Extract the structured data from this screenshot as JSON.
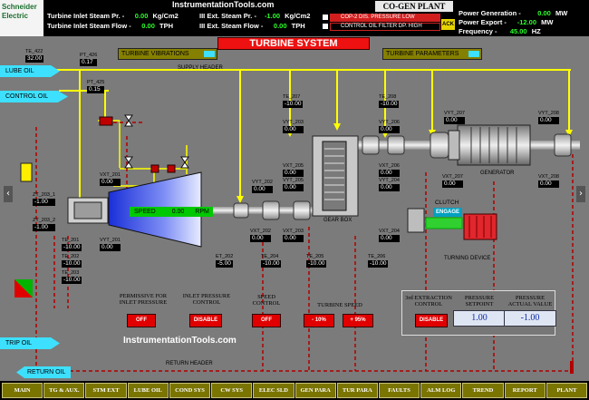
{
  "header": {
    "logo_line1": "Schneider",
    "logo_line2": "Electric",
    "site": "InstrumentationTools.com",
    "inlet_pr_label": "Turbine Inlet Steam Pr. -",
    "inlet_pr_value": "0.00",
    "inlet_pr_unit": "Kg/Cm2",
    "inlet_flow_label": "Turbine Inlet Steam Flow -",
    "inlet_flow_value": "0.00",
    "inlet_flow_unit": "TPH",
    "ext_pr_label": "III Ext. Steam Pr. -",
    "ext_pr_value": "-1.00",
    "ext_pr_unit": "Kg/Cm2",
    "ext_flow_label": "III Ext. Steam Flow -",
    "ext_flow_value": "0.00",
    "ext_flow_unit": "TPH",
    "plant_title": "CO-GEN PLANT",
    "alarm1": "COP-2 DIS. PRESSURE LOW",
    "alarm2": "CONTROL OIL FILTER DP. HIGH",
    "ack": "ACK",
    "power_gen_label": "Power Generation -",
    "power_gen_value": "0.00",
    "power_gen_unit": "MW",
    "power_exp_label": "Power Export -",
    "power_exp_value": "-12.00",
    "power_exp_unit": "MW",
    "freq_label": "Frequency -",
    "freq_value": "45.00",
    "freq_unit": "HZ"
  },
  "panel": {
    "title": "TURBINE SYSTEM",
    "turbine_vibrations": "TURBINE VIBRATIONS",
    "turbine_parameters": "TURBINE PARAMETERS",
    "supply_header": "SUPPLY HEADER",
    "return_header": "RETURN HEADER",
    "lube_oil": "LUBE OIL",
    "control_oil": "CONTROL OIL",
    "trip_oil": "TRIP OIL",
    "return_oil": "RETURN OIL",
    "gear_box": "GEAR BOX",
    "generator": "GENERATOR",
    "clutch": "CLUTCH",
    "engage": "ENGAGE",
    "turning_device": "TURNING DEVICE",
    "watermark": "InstrumentationTools.com",
    "speed_label": "SPEED",
    "speed_value": "0.00",
    "speed_unit": "RPM"
  },
  "tags": [
    {
      "name": "TE_422",
      "value": "32.00"
    },
    {
      "name": "PT_426",
      "value": "0.17"
    },
    {
      "name": "PT_425",
      "value": "0.15"
    },
    {
      "name": "ZT_203_1",
      "value": "-1.00"
    },
    {
      "name": "ZT_203_2",
      "value": "-1.00"
    },
    {
      "name": "VXT_201",
      "value": "0.00"
    },
    {
      "name": "VYT_201",
      "value": "0.00"
    },
    {
      "name": "TE_201",
      "value": "-10.00"
    },
    {
      "name": "TE_202",
      "value": "-10.00"
    },
    {
      "name": "TE_203",
      "value": "-10.00"
    },
    {
      "name": "VYT_202",
      "value": "0.00"
    },
    {
      "name": "VXT_202",
      "value": "0.00"
    },
    {
      "name": "ET_202",
      "value": "-5.00"
    },
    {
      "name": "TE_204",
      "value": "-10.00"
    },
    {
      "name": "TE_207",
      "value": "-10.00"
    },
    {
      "name": "VYT_203",
      "value": "0.00"
    },
    {
      "name": "VXT_205",
      "value": "0.00"
    },
    {
      "name": "VYT_205",
      "value": "0.00"
    },
    {
      "name": "VXT_203",
      "value": "0.00"
    },
    {
      "name": "TE_205",
      "value": "-10.00"
    },
    {
      "name": "TE_208",
      "value": "-10.00"
    },
    {
      "name": "VYT_206",
      "value": "0.00"
    },
    {
      "name": "VXT_206",
      "value": "0.00"
    },
    {
      "name": "VYT_204",
      "value": "0.00"
    },
    {
      "name": "VXT_204",
      "value": "0.00"
    },
    {
      "name": "TE_206",
      "value": "-10.00"
    },
    {
      "name": "VYT_207",
      "value": "0.00"
    },
    {
      "name": "VXT_207",
      "value": "0.00"
    },
    {
      "name": "VYT_208",
      "value": "0.00"
    },
    {
      "name": "VXT_208",
      "value": "0.00"
    }
  ],
  "controls": {
    "permissive_label": "PERMISSIVE FOR INLET PRESSURE",
    "permissive_value": "OFF",
    "inlet_ctrl_label": "INLET PRESSURE CONTROL",
    "inlet_ctrl_value": "DISABLE",
    "speed_ctrl_label": "SPEED CONTROL",
    "speed_ctrl_value": "OFF",
    "turbine_speed_label": "TURBINE SPEED",
    "ts_dec": "- 10%",
    "ts_inc": "+ 95%",
    "ext_ctrl_label": "3rd EXTRACTION CONTROL",
    "ext_ctrl_value": "DISABLE",
    "setpoint_label": "PRESSURE SETPOINT",
    "setpoint_value": "1.00",
    "actual_label": "PRESSURE ACTUAL VALUE",
    "actual_value": "-1.00"
  },
  "nav": [
    "MAIN",
    "TG & AUX.",
    "STM EXT",
    "LUBE OIL",
    "COND SYS",
    "CW SYS",
    "ELEC SLD",
    "GEN PARA",
    "TUR PARA",
    "FAULTS",
    "ALM LOG",
    "TREND",
    "REPORT",
    "PLANT"
  ]
}
